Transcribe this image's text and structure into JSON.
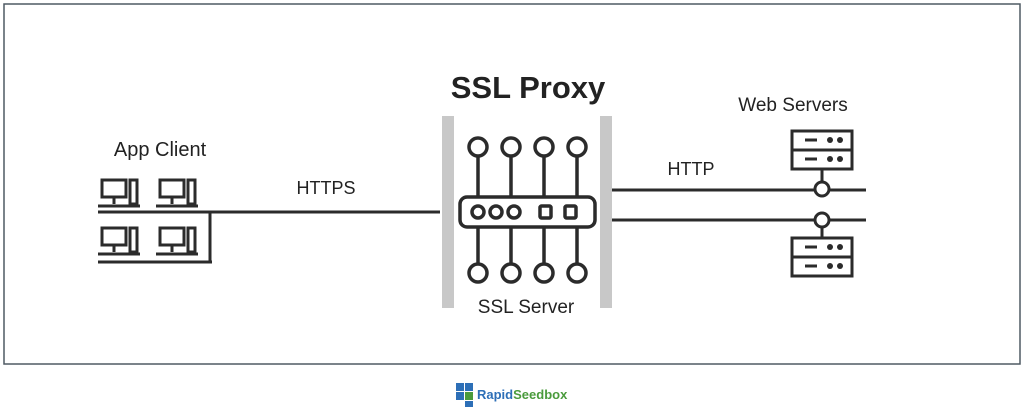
{
  "diagram": {
    "title": "SSL Proxy",
    "app_client_label": "App Client",
    "https_label": "HTTPS",
    "http_label": "HTTP",
    "web_servers_label": "Web Servers",
    "ssl_server_label": "SSL Server"
  },
  "footer": {
    "logo_prefix": "Rapid",
    "logo_suffix": "Seedbox"
  },
  "colors": {
    "border": "#4f5a63",
    "line": "#2b2b2b",
    "bar": "#c8c8c8",
    "logo_blue": "#2d6fb7",
    "logo_green": "#4a9b3c"
  }
}
